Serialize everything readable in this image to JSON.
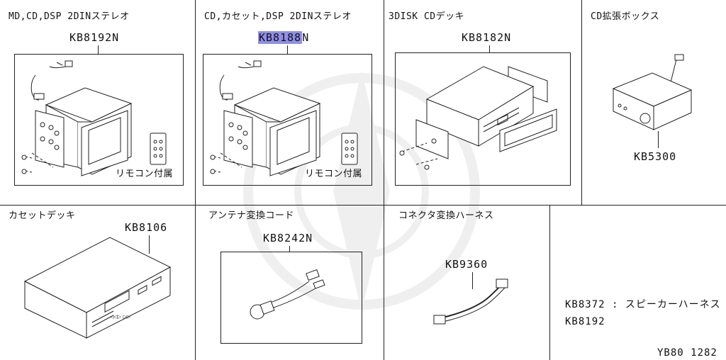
{
  "panels": [
    {
      "title": "MD,CD,DSP 2DINステレオ",
      "part": "KB8192N",
      "note": "リモコン付属"
    },
    {
      "title": "CD,カセット,DSP 2DINステレオ",
      "part": "KB8188",
      "part_suffix": "N",
      "note": "リモコン付属"
    },
    {
      "title": "3DISK CDデッキ",
      "part": "KB8182N"
    },
    {
      "title": "CD拡張ボックス",
      "part": "KB5300"
    },
    {
      "title": "カセットデッキ",
      "part": "KB8106"
    },
    {
      "title": "アンテナ変換コード",
      "part": "KB8242N"
    },
    {
      "title": "コネクタ変換ハーネス",
      "part": "KB9360"
    }
  ],
  "side_notes": [
    {
      "text": "KB8372 : スピーカーハーネス"
    },
    {
      "text": "KB8192"
    }
  ],
  "figure_id": "YB80 1282",
  "colors": {
    "highlight": "#8f8fe8",
    "line": "#222222"
  }
}
